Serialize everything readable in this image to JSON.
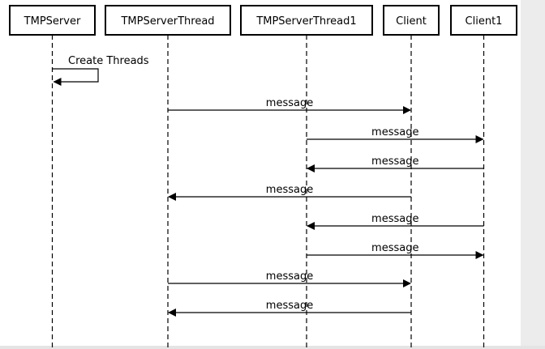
{
  "participants": [
    {
      "label": "TMPServer"
    },
    {
      "label": "TMPServerThread"
    },
    {
      "label": "TMPServerThread1"
    },
    {
      "label": "Client"
    },
    {
      "label": "Client1"
    }
  ],
  "self_call": {
    "from": 0,
    "label": "Create Threads"
  },
  "messages": [
    {
      "from": 1,
      "to": 3,
      "label": "message"
    },
    {
      "from": 2,
      "to": 4,
      "label": "message"
    },
    {
      "from": 4,
      "to": 2,
      "label": "message"
    },
    {
      "from": 3,
      "to": 1,
      "label": "message"
    },
    {
      "from": 4,
      "to": 2,
      "label": "message"
    },
    {
      "from": 2,
      "to": 4,
      "label": "message"
    },
    {
      "from": 1,
      "to": 3,
      "label": "message"
    },
    {
      "from": 3,
      "to": 1,
      "label": "message"
    }
  ],
  "colors": {
    "line": "#000000",
    "box_fill": "#ffffff",
    "frame": "#ececec"
  }
}
